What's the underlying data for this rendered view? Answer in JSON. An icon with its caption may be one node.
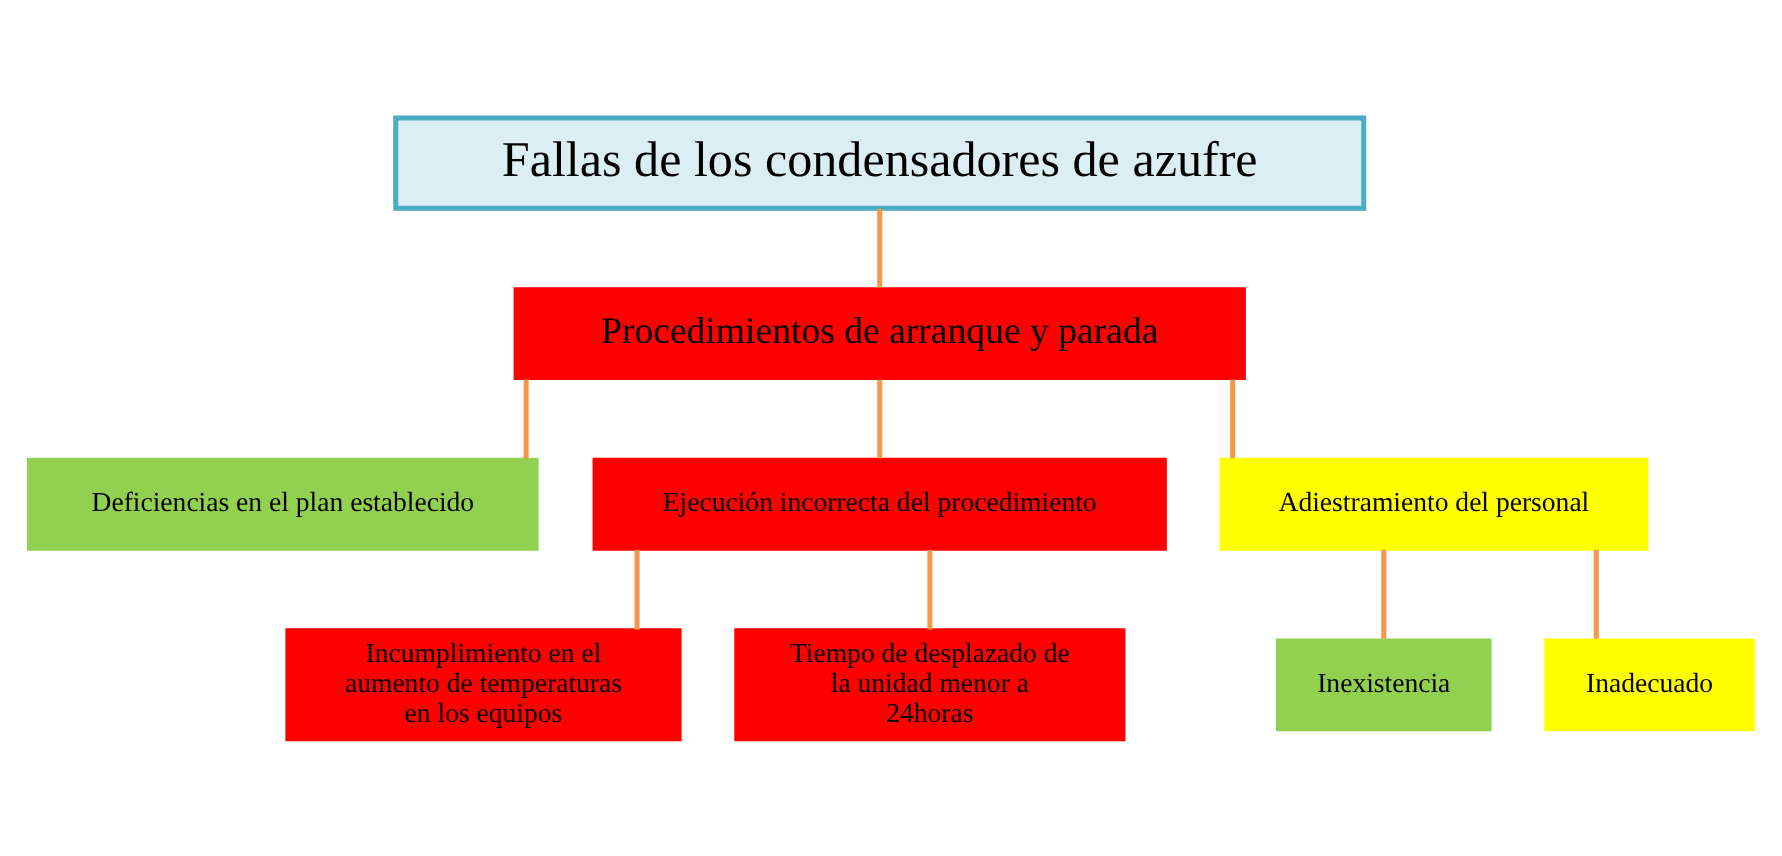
{
  "diagram": {
    "nodes": [
      {
        "text": [
          "Fallas de los condensadores de azufre"
        ]
      },
      {
        "text": [
          "Procedimientos de arranque y parada"
        ]
      },
      {
        "text": [
          "Deficiencias en el plan establecido"
        ]
      },
      {
        "text": [
          "Ejecución incorrecta del procedimiento"
        ]
      },
      {
        "text": [
          "Adiestramiento del personal"
        ]
      },
      {
        "text": [
          "Inexistencia"
        ]
      },
      {
        "text": [
          "Inadecuado"
        ]
      },
      {
        "text": [
          "Incumplimiento en el aumento de temperaturas en los equipos"
        ]
      },
      {
        "text": [
          "Tiempo de desplazado de la unidad menor a 24horas"
        ]
      }
    ],
    "edges": [
      {
        "from": 0,
        "to": 1,
        "arrow": "none"
      },
      {
        "from": 1,
        "to": 2,
        "arrow": "none"
      },
      {
        "from": 1,
        "to": 3,
        "arrow": "none"
      },
      {
        "from": 1,
        "to": 4,
        "arrow": "none"
      },
      {
        "from": 4,
        "to": 5,
        "arrow": "none"
      },
      {
        "from": 4,
        "to": 6,
        "arrow": "none"
      },
      {
        "from": 3,
        "to": 7,
        "arrow": "none"
      },
      {
        "from": 3,
        "to": 8,
        "arrow": "none"
      }
    ]
  }
}
